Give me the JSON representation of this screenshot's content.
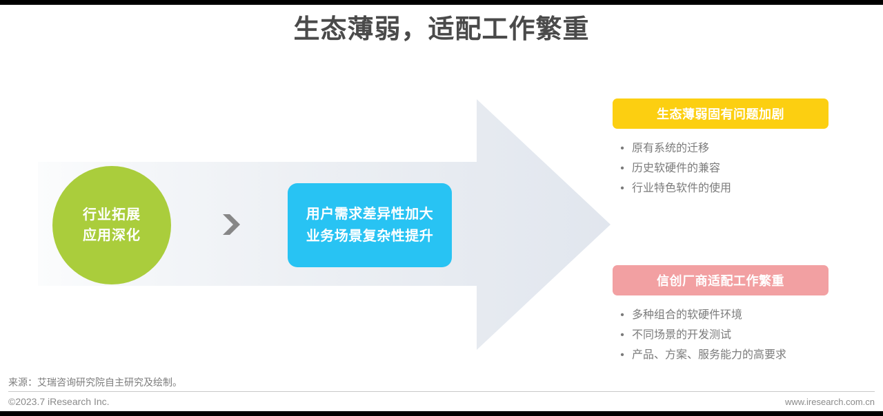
{
  "slide": {
    "title": "生态薄弱，适配工作繁重"
  },
  "flow": {
    "stage_circle": {
      "line1": "行业拓展",
      "line2": "应用深化",
      "color": "#aacd3c"
    },
    "connector_icon": "chevron-right-icon",
    "stage_box": {
      "line1": "用户需求差异性加大",
      "line2": "业务场景复杂性提升",
      "color": "#28c3f3"
    },
    "big_arrow": {
      "icon": "right-arrow-shape",
      "color": "#e3e7ee"
    }
  },
  "panels": [
    {
      "header": "生态薄弱固有问题加剧",
      "header_color": "#fccf11",
      "bullet": "•",
      "items": [
        "原有系统的迁移",
        "历史软硬件的兼容",
        "行业特色软件的使用"
      ]
    },
    {
      "header": "信创厂商适配工作繁重",
      "header_color": "#f2a0a2",
      "bullet": "•",
      "items": [
        "多种组合的软硬件环境",
        "不同场景的开发测试",
        "产品、方案、服务能力的高要求"
      ]
    }
  ],
  "footer": {
    "source": "来源：艾瑞咨询研究院自主研究及绘制。",
    "copyright": "©2023.7 iResearch Inc.",
    "website": "www.iresearch.com.cn"
  }
}
